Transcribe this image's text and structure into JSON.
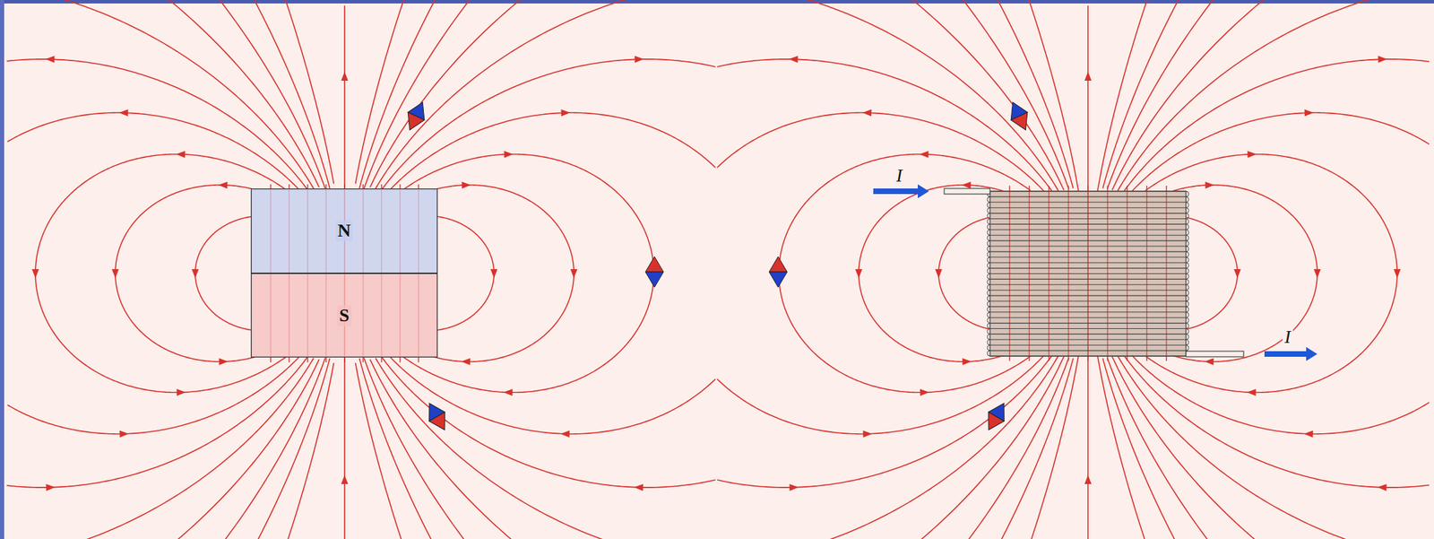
{
  "diagram": {
    "nodes": [
      {
        "text": [
          "N"
        ]
      },
      {
        "text": [
          "S"
        ]
      }
    ],
    "labels": [
      "I",
      "I"
    ]
  }
}
